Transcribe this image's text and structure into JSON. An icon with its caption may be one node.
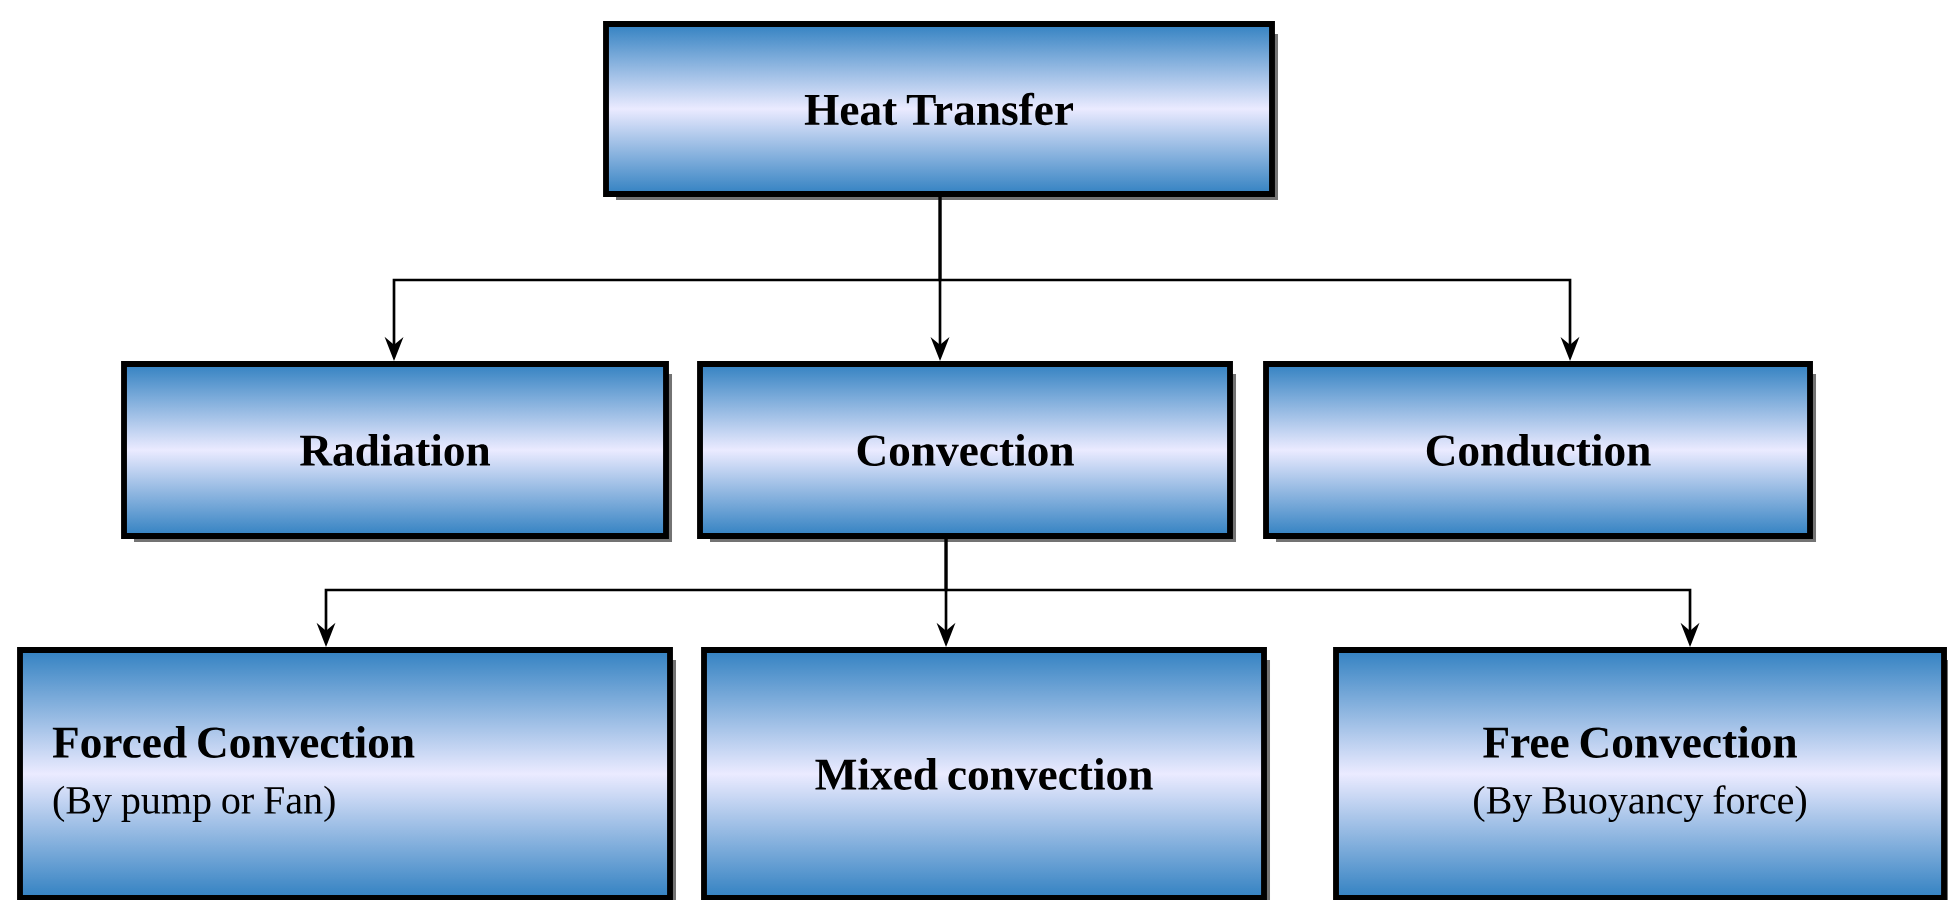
{
  "diagram": {
    "nodes": [
      {
        "text": [
          "Heat Transfer"
        ]
      },
      {
        "text": [
          "Radiation"
        ]
      },
      {
        "text": [
          "Convection"
        ]
      },
      {
        "text": [
          "Conduction"
        ]
      },
      {
        "text": [
          "Forced Convection",
          "(By pump or Fan)"
        ]
      },
      {
        "text": [
          "Mixed convection"
        ]
      },
      {
        "text": [
          "Free Convection",
          "(By Buoyancy force)"
        ]
      }
    ],
    "edges": [
      {
        "from": 0,
        "to": 1,
        "arrow": "to"
      },
      {
        "from": 0,
        "to": 2,
        "arrow": "to"
      },
      {
        "from": 0,
        "to": 3,
        "arrow": "to"
      },
      {
        "from": 2,
        "to": 4,
        "arrow": "to"
      },
      {
        "from": 2,
        "to": 5,
        "arrow": "to"
      },
      {
        "from": 2,
        "to": 6,
        "arrow": "to"
      }
    ]
  }
}
